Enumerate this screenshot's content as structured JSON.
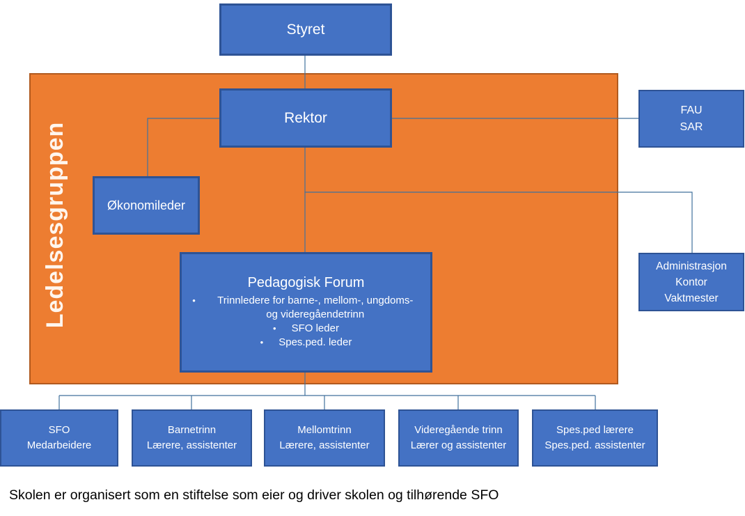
{
  "page": {
    "caption": "Skolen er organisert som en stiftelse som eier og driver skolen og tilhørende SFO"
  },
  "colors": {
    "box_fill": "#4472C4",
    "box_border": "#2E5395",
    "group_fill": "#ED7D31",
    "group_border": "#B15A1F",
    "connector_line": "#41719C",
    "box_text": "#FFFFFF",
    "group_label_text": "#FFF6EE"
  },
  "group": {
    "label": "Ledelsesgruppen"
  },
  "nodes": {
    "styret": {
      "label": "Styret"
    },
    "rektor": {
      "label": "Rektor"
    },
    "okonomileder": {
      "label": "Økonomileder"
    },
    "fau_sar": {
      "label": "FAU\nSAR"
    },
    "administrasjon": {
      "label": "Administrasjon\nKontor\nVaktmester"
    },
    "pedagogisk_forum": {
      "title": "Pedagogisk Forum",
      "bullet_glyph": "•",
      "bullets": [
        "Trinnledere for barne-, mellom-, ungdoms- og videregåendetrinn",
        "SFO leder",
        "Spes.ped. leder"
      ]
    },
    "sfo_medarbeidere": {
      "label": "SFO\nMedarbeidere"
    },
    "barnetrinn": {
      "label": "Barnetrinn\nLærere, assistenter"
    },
    "mellomtrinn": {
      "label": "Mellomtrinn\nLærere, assistenter"
    },
    "videregaende_trinn": {
      "label": "Videregående trinn\nLærer og assistenter"
    },
    "spesped": {
      "label": "Spes.ped lærere\nSpes.ped. assistenter"
    }
  }
}
